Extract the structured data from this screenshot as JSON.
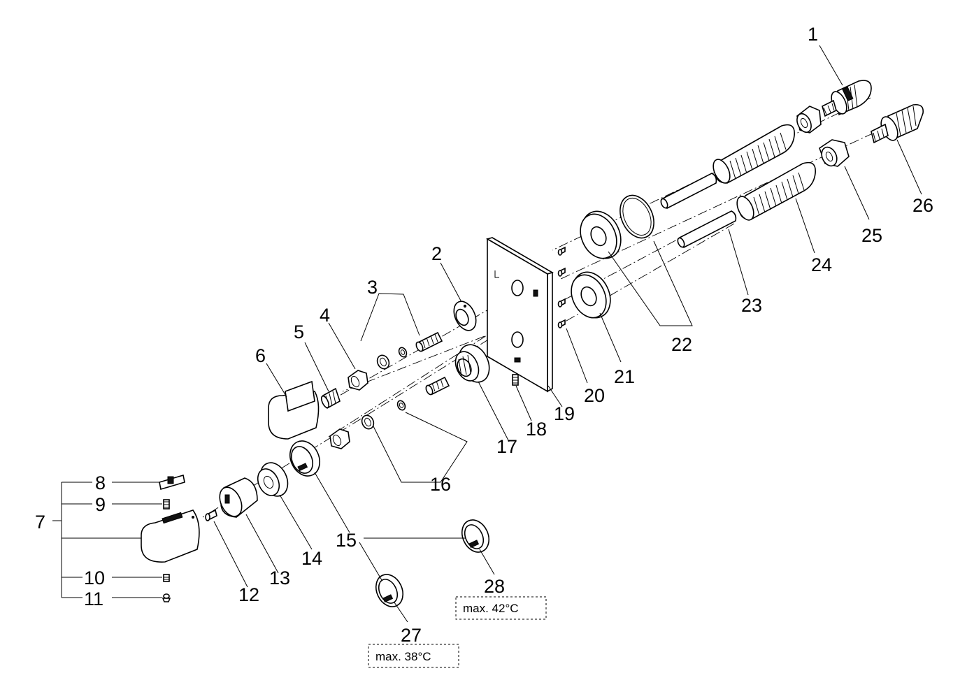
{
  "callouts": {
    "p1": "1",
    "p2": "2",
    "p3": "3",
    "p4": "4",
    "p5": "5",
    "p6": "6",
    "p7": "7",
    "p8": "8",
    "p9": "9",
    "p10": "10",
    "p11": "11",
    "p12": "12",
    "p13": "13",
    "p14": "14",
    "p15": "15",
    "p16": "16",
    "p17": "17",
    "p18": "18",
    "p19": "19",
    "p20": "20",
    "p21": "21",
    "p22": "22",
    "p23": "23",
    "p24": "24",
    "p25": "25",
    "p26": "26",
    "p27": "27",
    "p28": "28"
  },
  "notes": {
    "n27": "max. 38°C",
    "n28": "max. 42°C"
  }
}
